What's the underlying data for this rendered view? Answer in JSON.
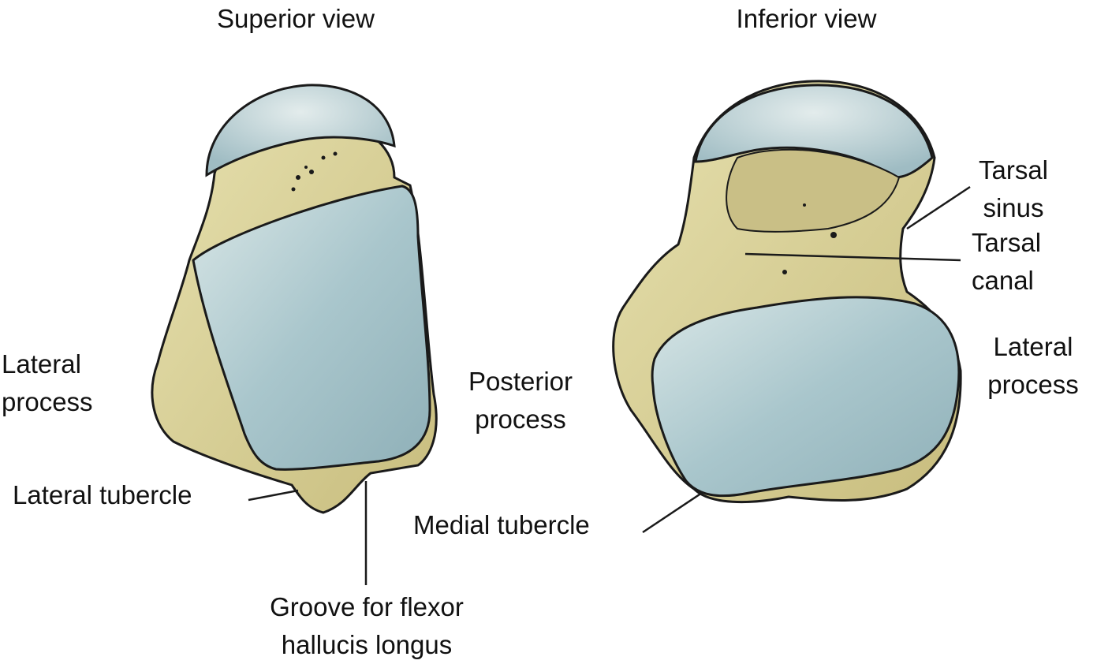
{
  "views": {
    "superior": {
      "title": "Superior view",
      "labels": {
        "lateral_process_line1": "Lateral",
        "lateral_process_line2": "process",
        "posterior_process_line1": "Posterior",
        "posterior_process_line2": "process",
        "lateral_tubercle": "Lateral tubercle",
        "groove_line1": "Groove for flexor",
        "groove_line2": "hallucis longus"
      }
    },
    "inferior": {
      "title": "Inferior view",
      "labels": {
        "tarsal_sinus_line1": "Tarsal",
        "tarsal_sinus_line2": "sinus",
        "tarsal_canal_line1": "Tarsal",
        "tarsal_canal_line2": "canal",
        "lateral_process_line1": "Lateral",
        "lateral_process_line2": "process",
        "medial_tubercle": "Medial tubercle"
      }
    }
  },
  "colors": {
    "bone": "#ddd5a0",
    "bone_shadow": "#c8bd7e",
    "cartilage": "#a9c6cc",
    "cartilage_highlight": "#d8e6e6",
    "outline": "#1a1a1a"
  }
}
